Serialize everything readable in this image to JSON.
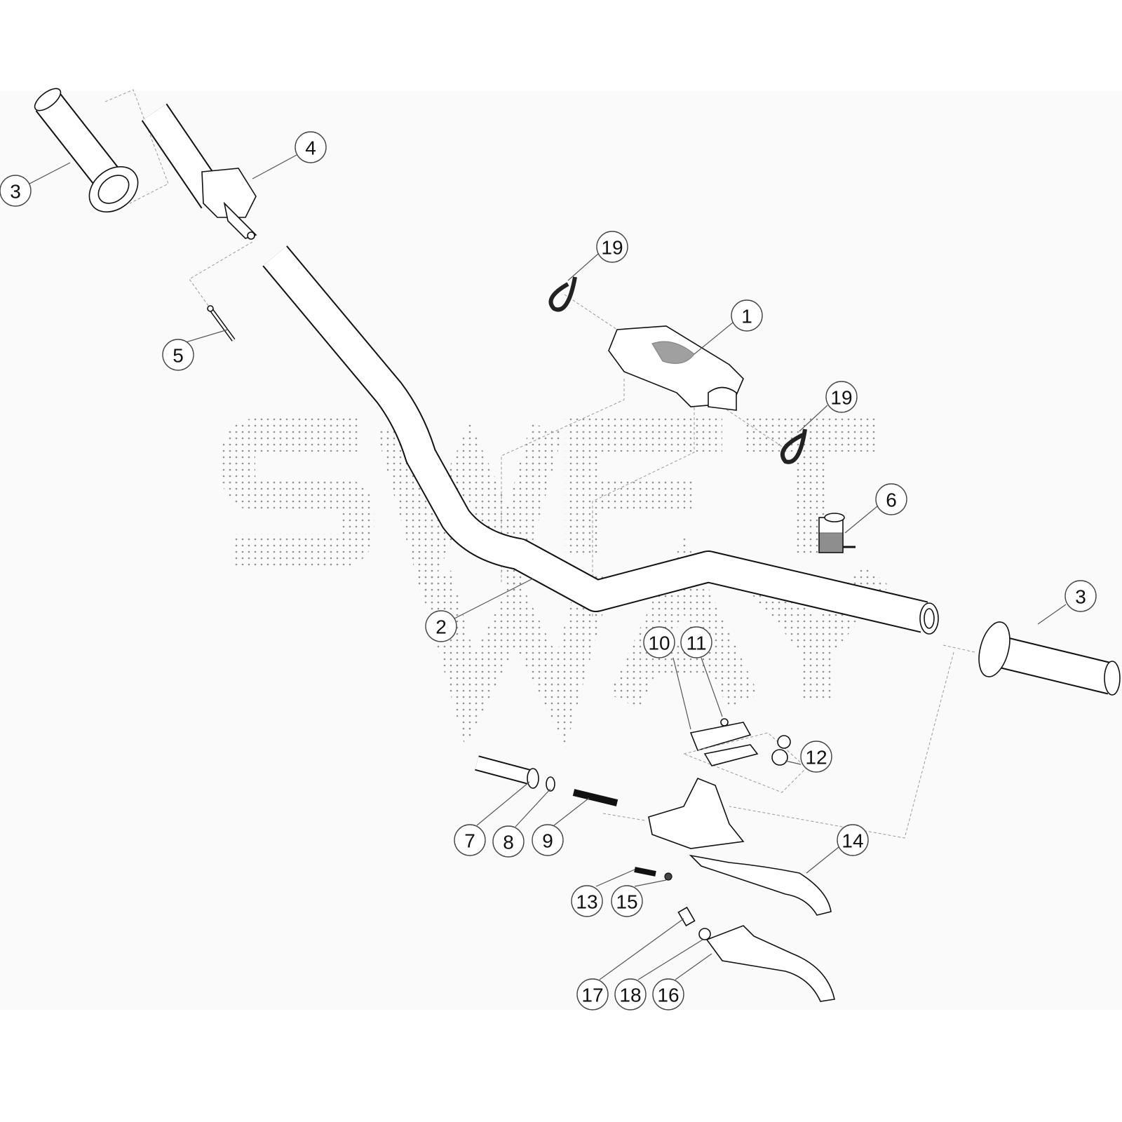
{
  "diagram": {
    "title": "Handlebar assembly exploded view",
    "watermark": [
      "SWFT",
      "WAY"
    ],
    "callouts": [
      {
        "id": "c3a",
        "label": "3"
      },
      {
        "id": "c4",
        "label": "4"
      },
      {
        "id": "c19a",
        "label": "19"
      },
      {
        "id": "c1",
        "label": "1"
      },
      {
        "id": "c19b",
        "label": "19"
      },
      {
        "id": "c5",
        "label": "5"
      },
      {
        "id": "c6",
        "label": "6"
      },
      {
        "id": "c3b",
        "label": "3"
      },
      {
        "id": "c2",
        "label": "2"
      },
      {
        "id": "c10",
        "label": "10"
      },
      {
        "id": "c11",
        "label": "11"
      },
      {
        "id": "c12",
        "label": "12"
      },
      {
        "id": "c7",
        "label": "7"
      },
      {
        "id": "c8",
        "label": "8"
      },
      {
        "id": "c9",
        "label": "9"
      },
      {
        "id": "c14",
        "label": "14"
      },
      {
        "id": "c13",
        "label": "13"
      },
      {
        "id": "c15",
        "label": "15"
      },
      {
        "id": "c17",
        "label": "17"
      },
      {
        "id": "c18",
        "label": "18"
      },
      {
        "id": "c16",
        "label": "16"
      }
    ]
  }
}
